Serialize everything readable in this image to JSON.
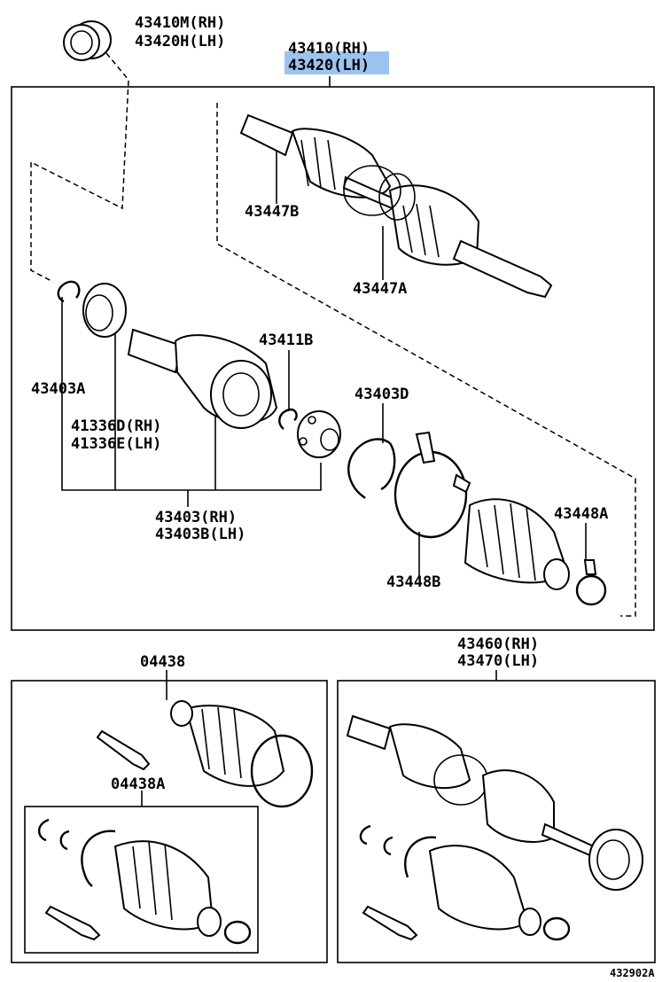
{
  "labels": {
    "p43410m": "43410M(RH)",
    "p43420h": "43420H(LH)",
    "p43410": "43410(RH)",
    "p43420": "43420(LH)",
    "p43447b": "43447B",
    "p43447a": "43447A",
    "p43411b": "43411B",
    "p43403a": "43403A",
    "p41336d": "41336D(RH)",
    "p41336e": "41336E(LH)",
    "p43403d": "43403D",
    "p43403rh": "43403(RH)",
    "p43403blh": "43403B(LH)",
    "p43448a": "43448A",
    "p43448b": "43448B",
    "p04438": "04438",
    "p04438a": "04438A",
    "p43460": "43460(RH)",
    "p43470": "43470(LH)",
    "figure_id": "432902A"
  },
  "highlight": {
    "label": "p43420",
    "color": "#9cc3f0"
  }
}
